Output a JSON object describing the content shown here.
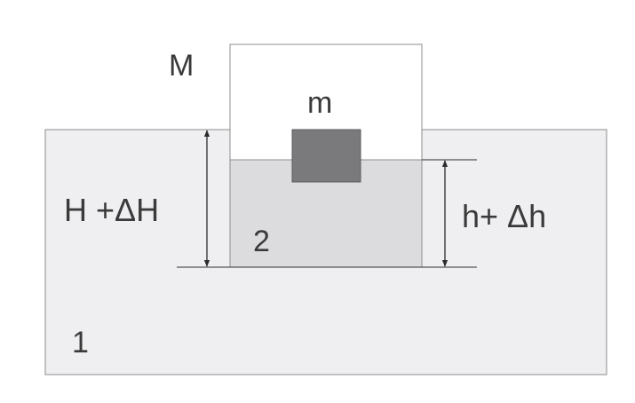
{
  "labels": {
    "container_mass": "M",
    "block_mass": "m",
    "outer_depth": "H +ΔH",
    "inner_depth": "h+ Δh",
    "region_outer": "1",
    "region_inner": "2"
  },
  "colors": {
    "outer_liquid": "#efeff1",
    "inner_liquid": "#dcdcdf",
    "container_wall": "#ffffff",
    "block": "#7a7a7c",
    "stroke": "#8c8c8c",
    "dimension_line": "#2c2c2c"
  }
}
